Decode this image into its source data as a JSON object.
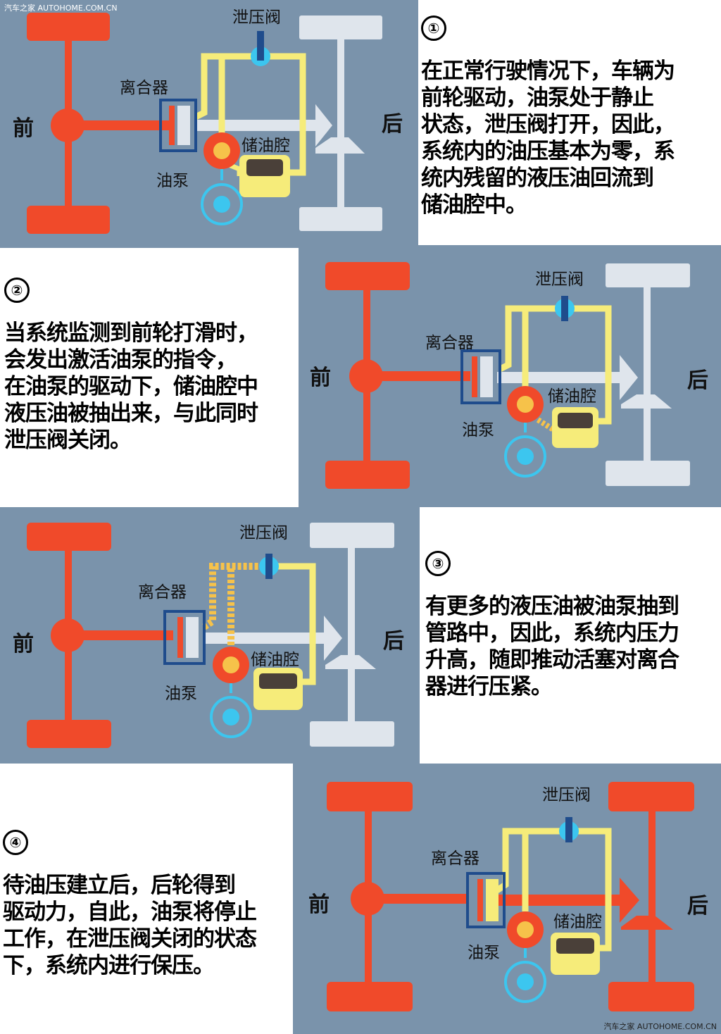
{
  "watermark": {
    "top_left": "汽车之家 AUTOHOME.COM.CN",
    "bottom_right": "汽车之家 AUTOHOME.COM.CN"
  },
  "labels": {
    "front": "前",
    "rear": "后",
    "relief_valve": "泄压阀",
    "clutch": "离合器",
    "oil_chamber": "储油腔",
    "oil_pump": "油泵"
  },
  "steps": [
    {
      "number": "①",
      "lines": [
        "在正常行驶情况下，车辆为",
        "前轮驱动，油泵处于静止",
        "状态，泄压阀打开，因此，",
        "系统内的油压基本为零，系",
        "统内残留的液压油回流到",
        "储油腔中。"
      ]
    },
    {
      "number": "②",
      "lines": [
        "当系统监测到前轮打滑时，",
        "会发出激活油泵的指令，",
        "在油泵的驱动下，储油腔中",
        "液压油被抽出来，与此同时",
        "泄压阀关闭。"
      ]
    },
    {
      "number": "③",
      "lines": [
        "有更多的液压油被油泵抽到",
        "管路中，因此，系统内压力",
        "升高，随即推动活塞对离合",
        "器进行压紧。"
      ]
    },
    {
      "number": "④",
      "lines": [
        "待油压建立后，后轮得到",
        "驱动力，自此，油泵将停止",
        "工作，在泄压阀关闭的状态",
        "下，系统内进行保压。"
      ]
    }
  ],
  "colors": {
    "panel_bg": "#7a93ab",
    "drive_red": "#f04a2a",
    "oil_yellow": "#f6ec7a",
    "shaft_grey": "#dfe5ec",
    "motor_blue": "#3cc6ef",
    "clutch_blue": "#1f4c8c"
  }
}
